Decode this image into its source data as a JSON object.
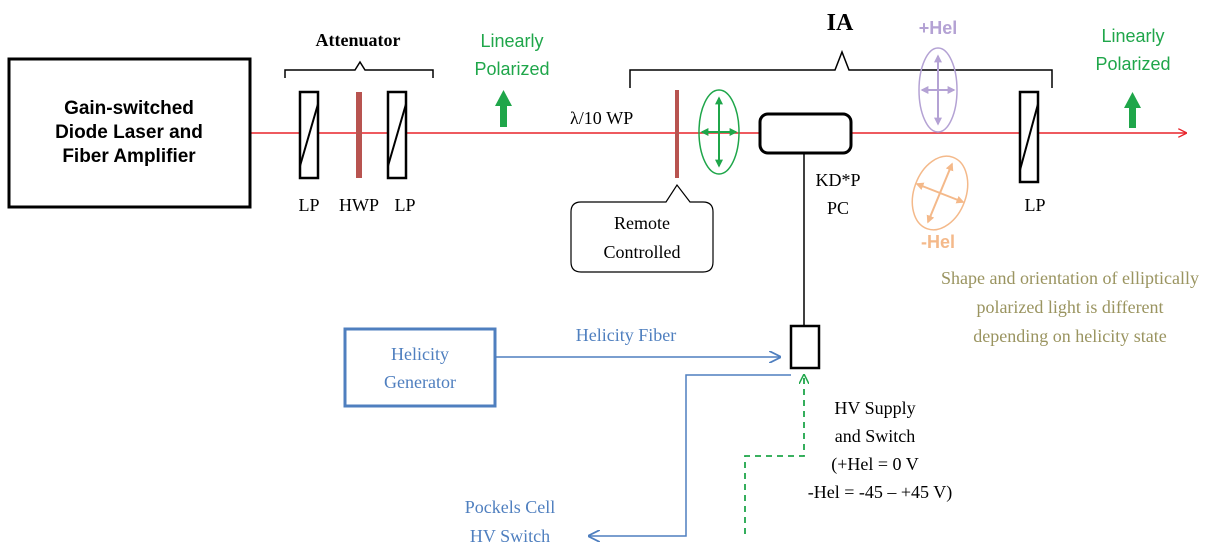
{
  "laser_box": {
    "line1": "Gain-switched",
    "line2": "Diode Laser and",
    "line3": "Fiber Amplifier"
  },
  "attenuator": {
    "title": "Attenuator",
    "lp1_label": "LP",
    "hwp_label": "HWP",
    "lp2_label": "LP"
  },
  "linear_pol_left": {
    "line1": "Linearly",
    "line2": "Polarized"
  },
  "linear_pol_right": {
    "line1": "Linearly",
    "line2": "Polarized"
  },
  "ia_label": "IA",
  "waveplate_label": "λ/10 WP",
  "remote_callout": {
    "line1": "Remote",
    "line2": "Controlled"
  },
  "pockels_cell": {
    "line1": "KD*P",
    "line2": "PC"
  },
  "plus_hel_label": "+Hel",
  "minus_hel_label": "-Hel",
  "final_lp_label": "LP",
  "note": {
    "line1": "Shape and orientation of elliptically",
    "line2": "polarized light is different",
    "line3": "depending on helicity state"
  },
  "helicity_generator": {
    "line1": "Helicity",
    "line2": "Generator"
  },
  "helicity_fiber_label": "Helicity Fiber",
  "hv_supply": {
    "line1": "HV Supply",
    "line2": "and Switch",
    "line3": "(+Hel = 0 V",
    "line4": "-Hel = -45 – +45 V)"
  },
  "pockels_switch": {
    "line1": "Pockels Cell",
    "line2": "HV Switch"
  },
  "colors": {
    "beam": "#e8242a",
    "green": "#1fa64a",
    "blue": "#4f7fbf",
    "purple": "#b4a2d4",
    "orange": "#f4b98a",
    "waveplate": "#b85450",
    "note_text": "#9a9460"
  }
}
